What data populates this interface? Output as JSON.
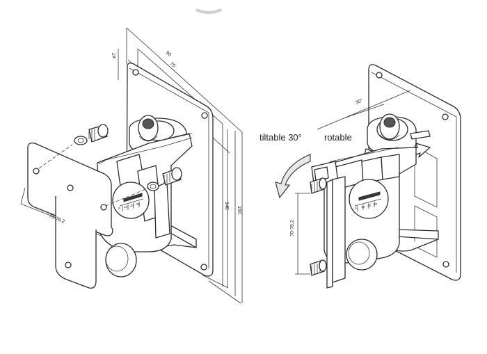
{
  "left_drawing": {
    "dim_width_outer": "90",
    "dim_width_inner": "70",
    "dim_hole": "ø7",
    "dim_height_inner": "140",
    "dim_height_outer": "160",
    "dim_bracket": "70-76.2",
    "scale_ticks": [
      "0",
      "10",
      "20",
      "30"
    ]
  },
  "right_drawing": {
    "label_tilt": "tiltable 30°",
    "label_rotate": "rotable",
    "dim_diagonal": "30°",
    "dim_bracket": "70-76.2",
    "scale_ticks": [
      "0",
      "10",
      "20",
      "30"
    ]
  }
}
